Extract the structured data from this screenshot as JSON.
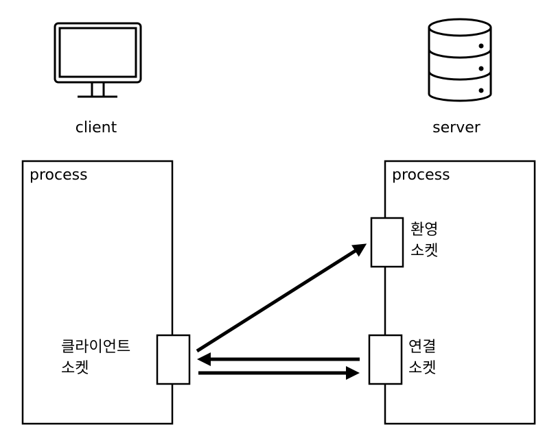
{
  "client": {
    "icon": "monitor-icon",
    "label": "client"
  },
  "server": {
    "icon": "database-icon",
    "label": "server"
  },
  "client_process": {
    "title": "process",
    "socket_label_line1": "클라이언트",
    "socket_label_line2": "소켓"
  },
  "server_process": {
    "title": "process",
    "welcome_socket_line1": "환영",
    "welcome_socket_line2": "소켓",
    "connection_socket_line1": "연결",
    "connection_socket_line2": "소켓"
  },
  "colors": {
    "stroke": "#000000",
    "background": "#ffffff"
  }
}
